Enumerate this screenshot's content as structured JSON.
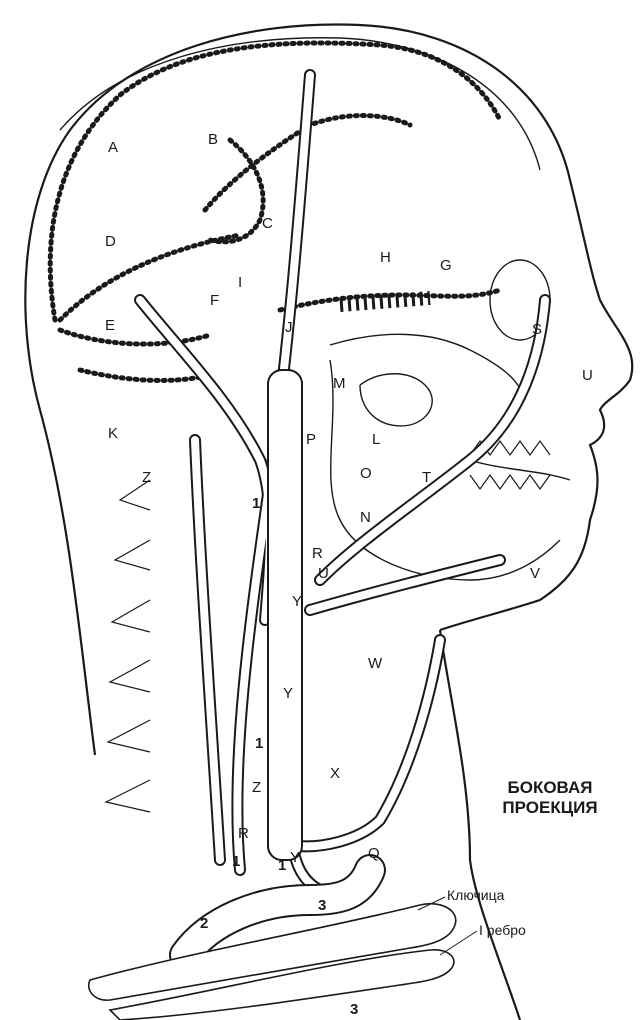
{
  "caption": {
    "line1": "БОКОВАЯ",
    "line2": "ПРОЕКЦИЯ"
  },
  "side_labels": {
    "clavicle": "Ключица",
    "rib": "I ребро"
  },
  "letters": [
    "A",
    "B",
    "C",
    "D",
    "E",
    "F",
    "I",
    "H",
    "G",
    "J",
    "K",
    "M",
    "L",
    "P",
    "O",
    "T",
    "Z",
    "N",
    "R",
    "U",
    "S",
    "U",
    "V",
    "W",
    "Y",
    "Y",
    "X",
    "Z",
    "R",
    "Q",
    "Y"
  ],
  "numbers": [
    "1",
    "1",
    "1",
    "1",
    "2",
    "3",
    "3"
  ],
  "colors": {
    "ink": "#1a1a1a",
    "background": "#ffffff"
  }
}
